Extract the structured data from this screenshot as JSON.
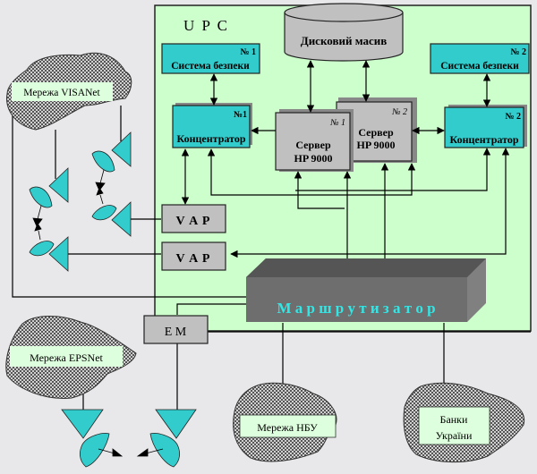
{
  "upc": {
    "title": "U P C"
  },
  "disk_array": {
    "label": "Дисковий  масив"
  },
  "security": [
    {
      "number": "№ 1",
      "label": "Система  безпеки"
    },
    {
      "number": "№ 2",
      "label": "Система безпеки"
    }
  ],
  "concentrators": [
    {
      "number": "№1",
      "label": "Концентратор"
    },
    {
      "number": "№ 2",
      "label": "Концентратор"
    }
  ],
  "servers": [
    {
      "number": "№ 1",
      "line1": "Сервер",
      "line2": "HP 9000"
    },
    {
      "number": "№ 2",
      "line1": "Сервер",
      "line2": "HP 9000"
    }
  ],
  "vap": [
    {
      "label": "V A P"
    },
    {
      "label": "V A P"
    }
  ],
  "router": {
    "label": "М а р ш р у т и з а т о р",
    "text_color": "#33e6e6"
  },
  "em": {
    "label": "E M"
  },
  "networks": {
    "visanet": {
      "label": "Мережа VISANet"
    },
    "epsnet": {
      "label": "Мережа EPSNet"
    },
    "nbu": {
      "label": "Мережа НБУ"
    },
    "banks": {
      "line1": "Банки",
      "line2": "України"
    }
  },
  "colors": {
    "upc_bg": "#ccffcc",
    "cyan_box": "#33cccc",
    "gray_box": "#c0c0c0",
    "router_front": "#6e6e6e",
    "label_bg": "#ddffdd"
  }
}
